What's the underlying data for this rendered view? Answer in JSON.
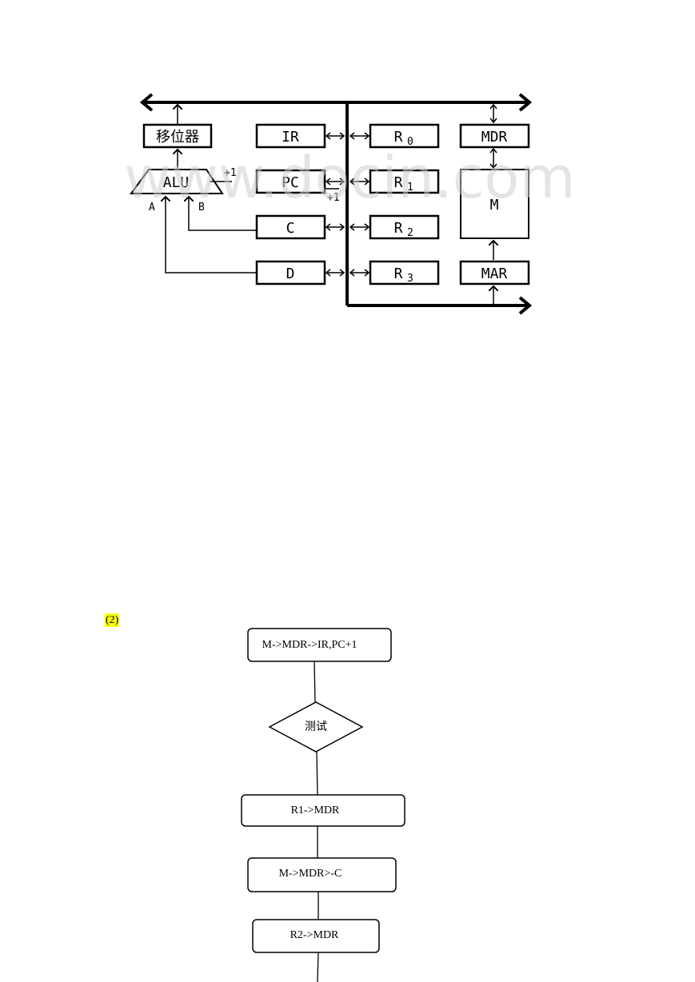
{
  "diagram": {
    "shifter_label": "移位器",
    "alu_label": "ALU",
    "alu_plus_one": "+1",
    "alu_input_a": "A",
    "alu_input_b": "B",
    "pc_plus_one": "+1",
    "registers": {
      "ir": "IR",
      "pc": "PC",
      "c": "C",
      "d": "D",
      "r0": "R",
      "r0_sub": "0",
      "r1": "R",
      "r1_sub": "1",
      "r2": "R",
      "r2_sub": "2",
      "r3": "R",
      "r3_sub": "3",
      "mdr": "MDR",
      "m": "M",
      "mar": "MAR"
    },
    "watermark": "www.docin.com"
  },
  "section_label": "(2)",
  "flowchart": {
    "step1": "M->MDR->IR,PC+1",
    "decision": "测试",
    "step2": "R1->MDR",
    "step3": "M->MDR>-C",
    "step4": "R2->MDR"
  }
}
